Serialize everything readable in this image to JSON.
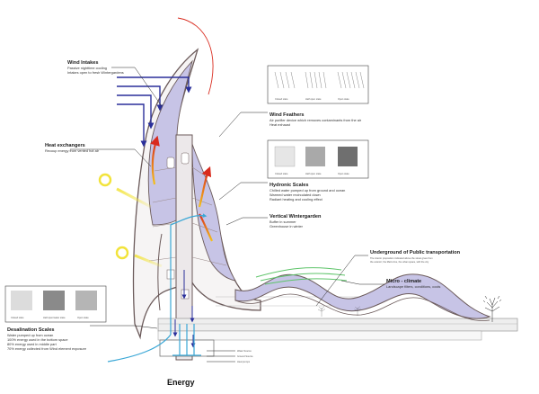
{
  "colors": {
    "skin_outline": "#6b5a5a",
    "skin_fill": "#ffffff",
    "cavity_fill": "#c7c4e6",
    "cavity_dark": "#b3aedb",
    "airflow": "#2a2f9a",
    "water": "#3aa7d6",
    "sun": "#f2e33a",
    "heat": "#d92b1e",
    "green_air": "#5ec46a",
    "leader": "#222222"
  },
  "icons": [
    "sun-icon",
    "tree-icon",
    "water-drop-icon"
  ],
  "labels": {
    "wind_intakes": {
      "title": "Wind Intakes",
      "lines": [
        "Passive nighttime cooling",
        "Intakes open to fresh Wintergardens"
      ]
    },
    "heat_exchangers": {
      "title": "Heat exchangers",
      "lines": [
        "Recoup energy from vented hot air"
      ]
    },
    "wind_feathers": {
      "title": "Wind Feathers",
      "lines": [
        "Air purifier device which removes contaminants from the air",
        "Heat exhaust"
      ]
    },
    "hydronic_scales": {
      "title": "Hydronic Scales",
      "lines": [
        "Chilled water pumped up from ground and ocean",
        "Warmed water recirculated down",
        "Radiant heating and cooling effect"
      ]
    },
    "vertical_wintergarden": {
      "title": "Vertical Wintergarden",
      "lines": [
        "Buffer in summer",
        "Greenhouse in winter"
      ]
    },
    "underground_transport": {
      "title": "Underground of Public transportation",
      "lines": [
        "The interior proposition indicated above the street gives from",
        "the exterior; the Metro line, the urban space, with the city"
      ]
    },
    "micro_climate": {
      "title": "Micro - climate",
      "lines": [
        "Landscape filters, conditions, cools"
      ]
    },
    "desalination_scales": {
      "title": "Desalination Scales",
      "lines": [
        "Water pumped up from ocean",
        "100% energy used in the bottom space",
        "80% energy used in middle part",
        "70% energy collected from Wind element exposure"
      ]
    },
    "base_notes": [
      "Water Source",
      "Ground Source",
      "Heat pumps"
    ],
    "energy": "Energy"
  },
  "swatches": {
    "wind_feathers": [
      "Closed state",
      "Half open state",
      "Open state"
    ],
    "hydronic_scales": [
      "Closed state",
      "Half open state",
      "Open state"
    ],
    "desalination_scales": [
      "Closed state",
      "Half open/water state",
      "Open state"
    ]
  }
}
